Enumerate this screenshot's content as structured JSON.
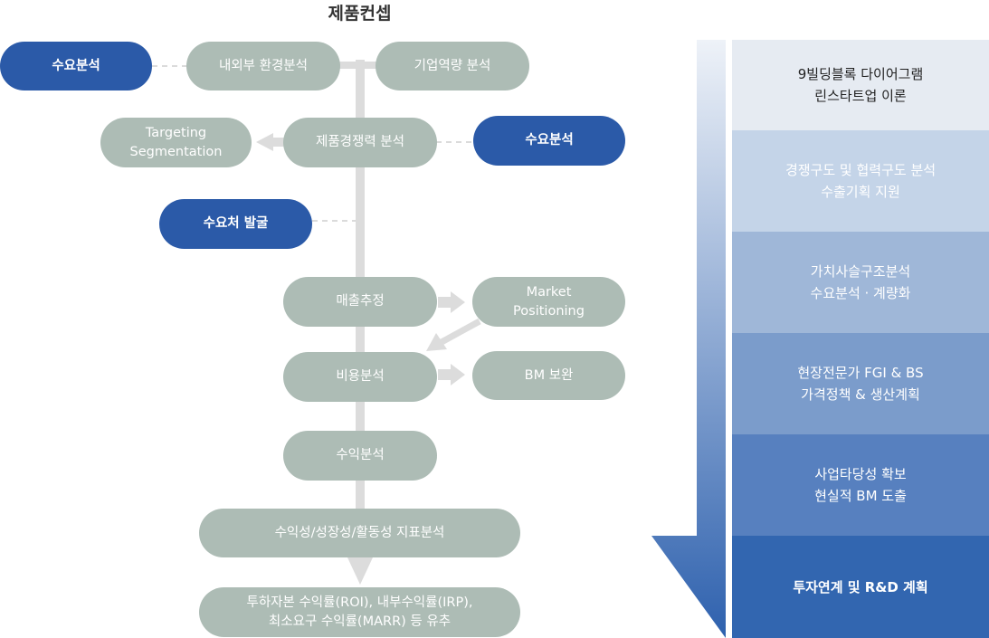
{
  "diagram": {
    "title": "제품컨셉",
    "nodes": {
      "demand1": "수요분석",
      "env": "내외부 환경분석",
      "capability": "기업역량 분석",
      "targeting": "Targeting\nSegmentation",
      "competition": "제품경쟁력 분석",
      "demand2": "수요분석",
      "customer": "수요처 발굴",
      "sales": "매출추정",
      "positioning": "Market\nPositioning",
      "cost": "비용분석",
      "bm": "BM 보완",
      "profit": "수익분석",
      "indicators": "수익성/성장성/활동성 지표분석",
      "returns": "투하자본 수익률(ROI), 내부수익률(IRP),\n최소요구 수익률(MARR) 등 유추"
    }
  },
  "panel": {
    "items": [
      {
        "text": "9빌딩블록 다이어그램\n린스타트업 이론",
        "color": "#e6ebf2"
      },
      {
        "text": "경쟁구도 및 협력구도 분석\n수출기획 지원",
        "color": "#c4d4e8"
      },
      {
        "text": "가치사슬구조분석\n수요분석 · 계량화",
        "color": "#9fb7d8"
      },
      {
        "text": "현장전문가 FGI & BS\n가격정책 & 생산계획",
        "color": "#7b9ccb"
      },
      {
        "text": "사업타당성 확보\n현실적 BM 도출",
        "color": "#5780bf"
      },
      {
        "text": "투자연계 및 R&D 계획",
        "color": "#3266b0"
      }
    ]
  }
}
